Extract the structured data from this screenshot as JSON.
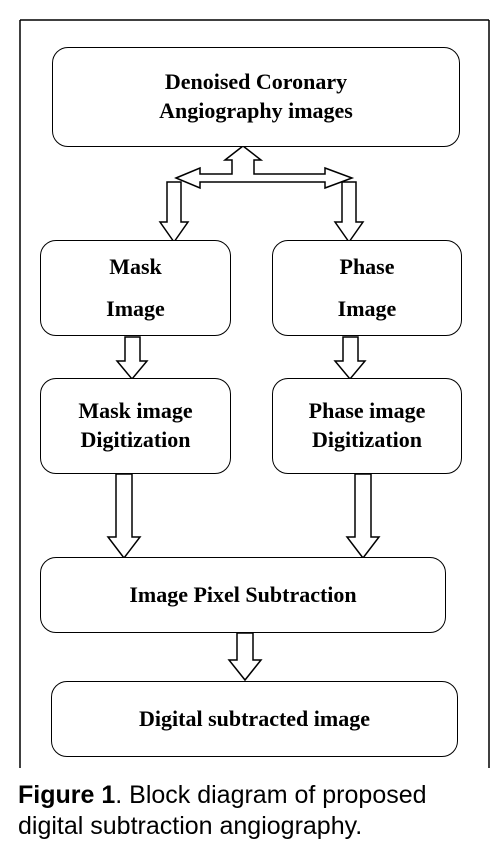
{
  "blocks": {
    "input": {
      "line1": "Denoised Coronary",
      "line2": "Angiography images"
    },
    "mask_image": {
      "line1": "Mask",
      "line2": "Image"
    },
    "phase_image": {
      "line1": "Phase",
      "line2": "Image"
    },
    "mask_digitization": {
      "line1": "Mask image",
      "line2": "Digitization"
    },
    "phase_digitization": {
      "line1": "Phase image",
      "line2": "Digitization"
    },
    "subtraction": {
      "line1": "Image Pixel Subtraction"
    },
    "output": {
      "line1": "Digital subtracted image"
    }
  },
  "caption": {
    "label": "Figure 1",
    "text": ". Block diagram of proposed digital subtraction angiography."
  }
}
